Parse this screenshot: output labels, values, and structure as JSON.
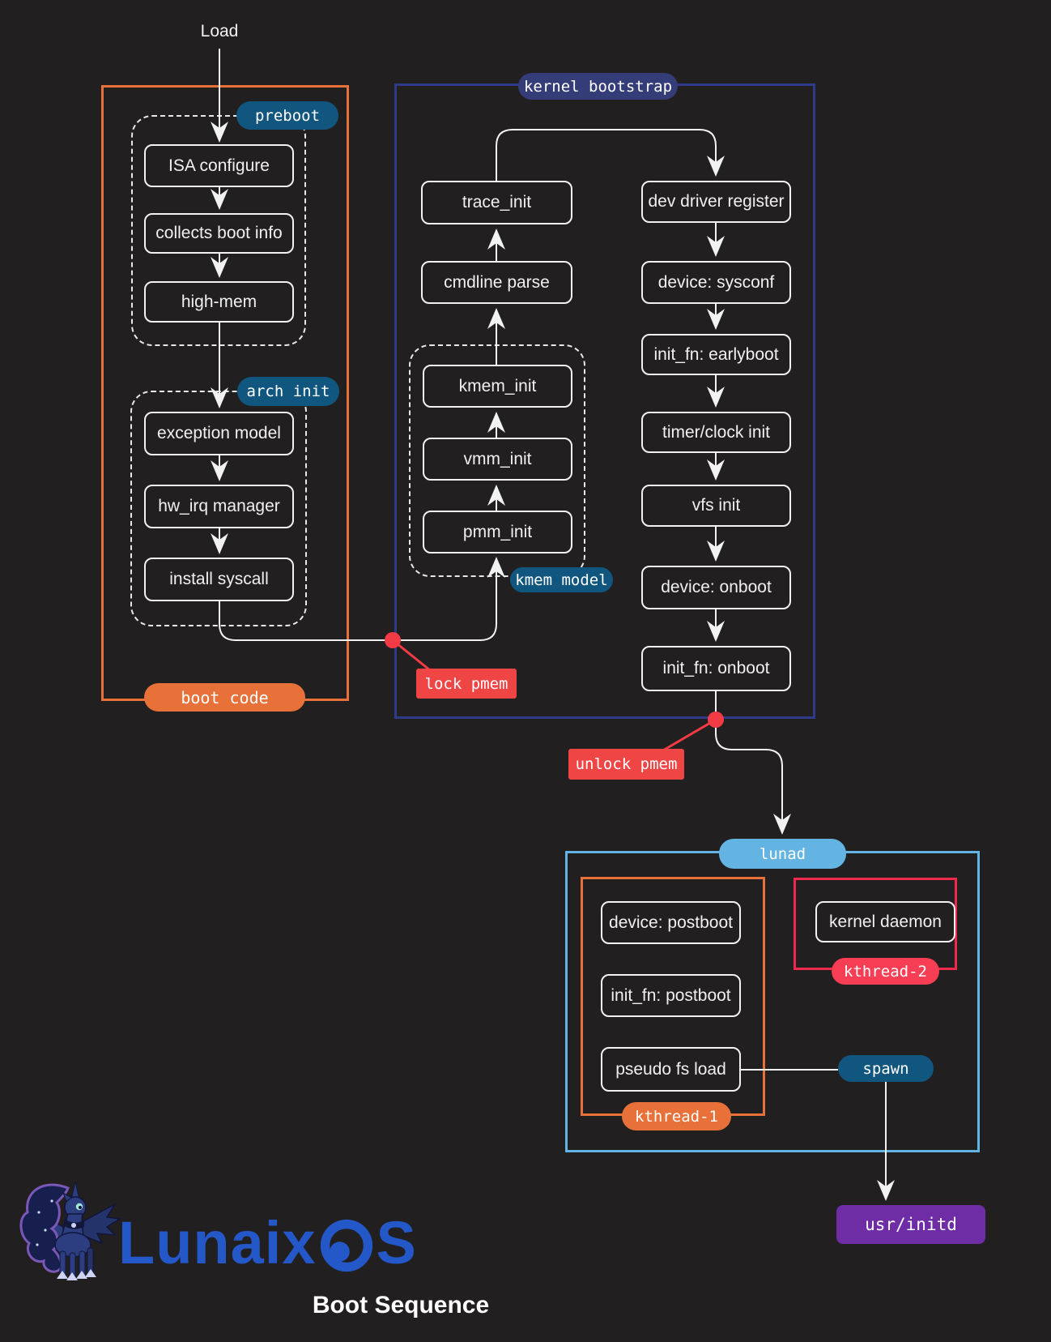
{
  "title": "Boot Sequence",
  "load_label": "Load",
  "boot_code": {
    "label": "boot code",
    "preboot": {
      "label": "preboot",
      "nodes": [
        "ISA configure",
        "collects boot info",
        "high-mem"
      ]
    },
    "arch_init": {
      "label": "arch init",
      "nodes": [
        "exception model",
        "hw_irq manager",
        "install syscall"
      ]
    }
  },
  "kernel_bootstrap": {
    "label": "kernel bootstrap",
    "trace_node": "trace_init",
    "cmdline_node": "cmdline parse",
    "kmem_model": {
      "label": "kmem model",
      "nodes": [
        "kmem_init",
        "vmm_init",
        "pmm_init"
      ]
    },
    "right_nodes": [
      "dev driver register",
      "device: sysconf",
      "init_fn: earlyboot",
      "timer/clock init",
      "vfs init",
      "device: onboot",
      "init_fn: onboot"
    ]
  },
  "annotations": {
    "lock_pmem": "lock pmem",
    "unlock_pmem": "unlock pmem"
  },
  "lunad": {
    "label": "lunad",
    "kthread1": {
      "label": "kthread-1",
      "nodes": [
        "device: postboot",
        "init_fn: postboot",
        "pseudo fs load"
      ]
    },
    "kthread2": {
      "label": "kthread-2",
      "node": "kernel daemon"
    },
    "spawn": "spawn"
  },
  "terminal": {
    "label": "usr/initd"
  },
  "logo": {
    "name": "LunaixOS",
    "left": "Lunaix",
    "right": "S"
  },
  "colors": {
    "background": "#221f20",
    "node_border": "#f2f2f2",
    "orange": "#e8713a",
    "navy": "#2e3a8a",
    "navy_pill": "#353d78",
    "teal_pill": "#11567f",
    "light_blue": "#63b4e3",
    "crimson": "#f0284c",
    "crimson_pill": "#f83e55",
    "red_label": "#ef4545",
    "purple": "#6e2ca5",
    "logo_blue": "#2457c8"
  }
}
